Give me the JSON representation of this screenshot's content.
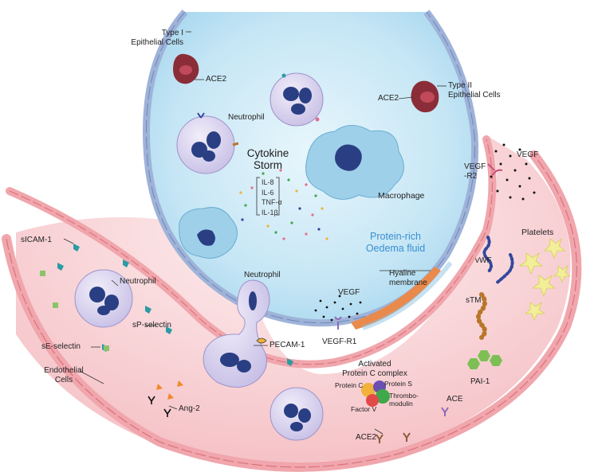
{
  "labels": {
    "type1_epithelial": [
      "Type I",
      "Epithelial Cells"
    ],
    "ace2_left": "ACE2",
    "ace2_right": "ACE2",
    "type2_epithelial": [
      "Type II",
      "Epithelial Cells"
    ],
    "neutrophil_top": "Neutrophil",
    "cytokine_storm": [
      "Cytokine",
      "Storm"
    ],
    "cytokines": [
      "IL-8",
      "IL-6",
      "TNF-α",
      "IL-1β"
    ],
    "macrophage": "Macrophage",
    "protein_rich": [
      "Protein-rich",
      "Oedema fluid"
    ],
    "vegf_top": "VEGF",
    "vegf_r2": [
      "VEGF",
      "-R2"
    ],
    "platelets": "Platelets",
    "vwf": "vWF",
    "stm": "sTM",
    "pai1": "PAI-1",
    "hyaline": [
      "Hyaline",
      "membrane"
    ],
    "vegf_mid": "VEGF",
    "vegf_r1": "VEGF-R1",
    "neutrophil_mid": "Neutrophil",
    "pecam1": "PECAM-1",
    "sicam1": "sICAM-1",
    "neutrophil_left": "Neutrophil",
    "sp_selectin": "sP-selectin",
    "se_selectin": "sE-selectin",
    "endothelial": [
      "Endothelial",
      "Cells"
    ],
    "ang2": "Ang-2",
    "apc_complex": [
      "Activated",
      "Protein C complex"
    ],
    "protein_c": "Protein C",
    "protein_s": "Protein S",
    "thrombomodulin": [
      "Thrombo-",
      "modulin"
    ],
    "factor_v": "Factor V",
    "ace": "ACE",
    "ace2_bottom": "ACE2"
  },
  "colors": {
    "alveolus_fill": "#bfe3f4",
    "alveolus_edge": "#e9f5fb",
    "epithelium": "#9fb3d8",
    "epithelium_edge": "#6f86bb",
    "capillary": "#f7cdd0",
    "capillary_light": "#fdebec",
    "endothelium": "#f0a6ac",
    "endothelium_edge": "#d9737d",
    "cell_body": "#d9d3ee",
    "nucleus": "#2a3f83",
    "macrophage": "#9fd0ea",
    "hyaline": "#e98a4c",
    "teal": "#2c9ba3",
    "platelet": "#f2ee9a",
    "vwf": "#34489c",
    "stm": "#b8762a",
    "pai1": "#7dbf55"
  }
}
